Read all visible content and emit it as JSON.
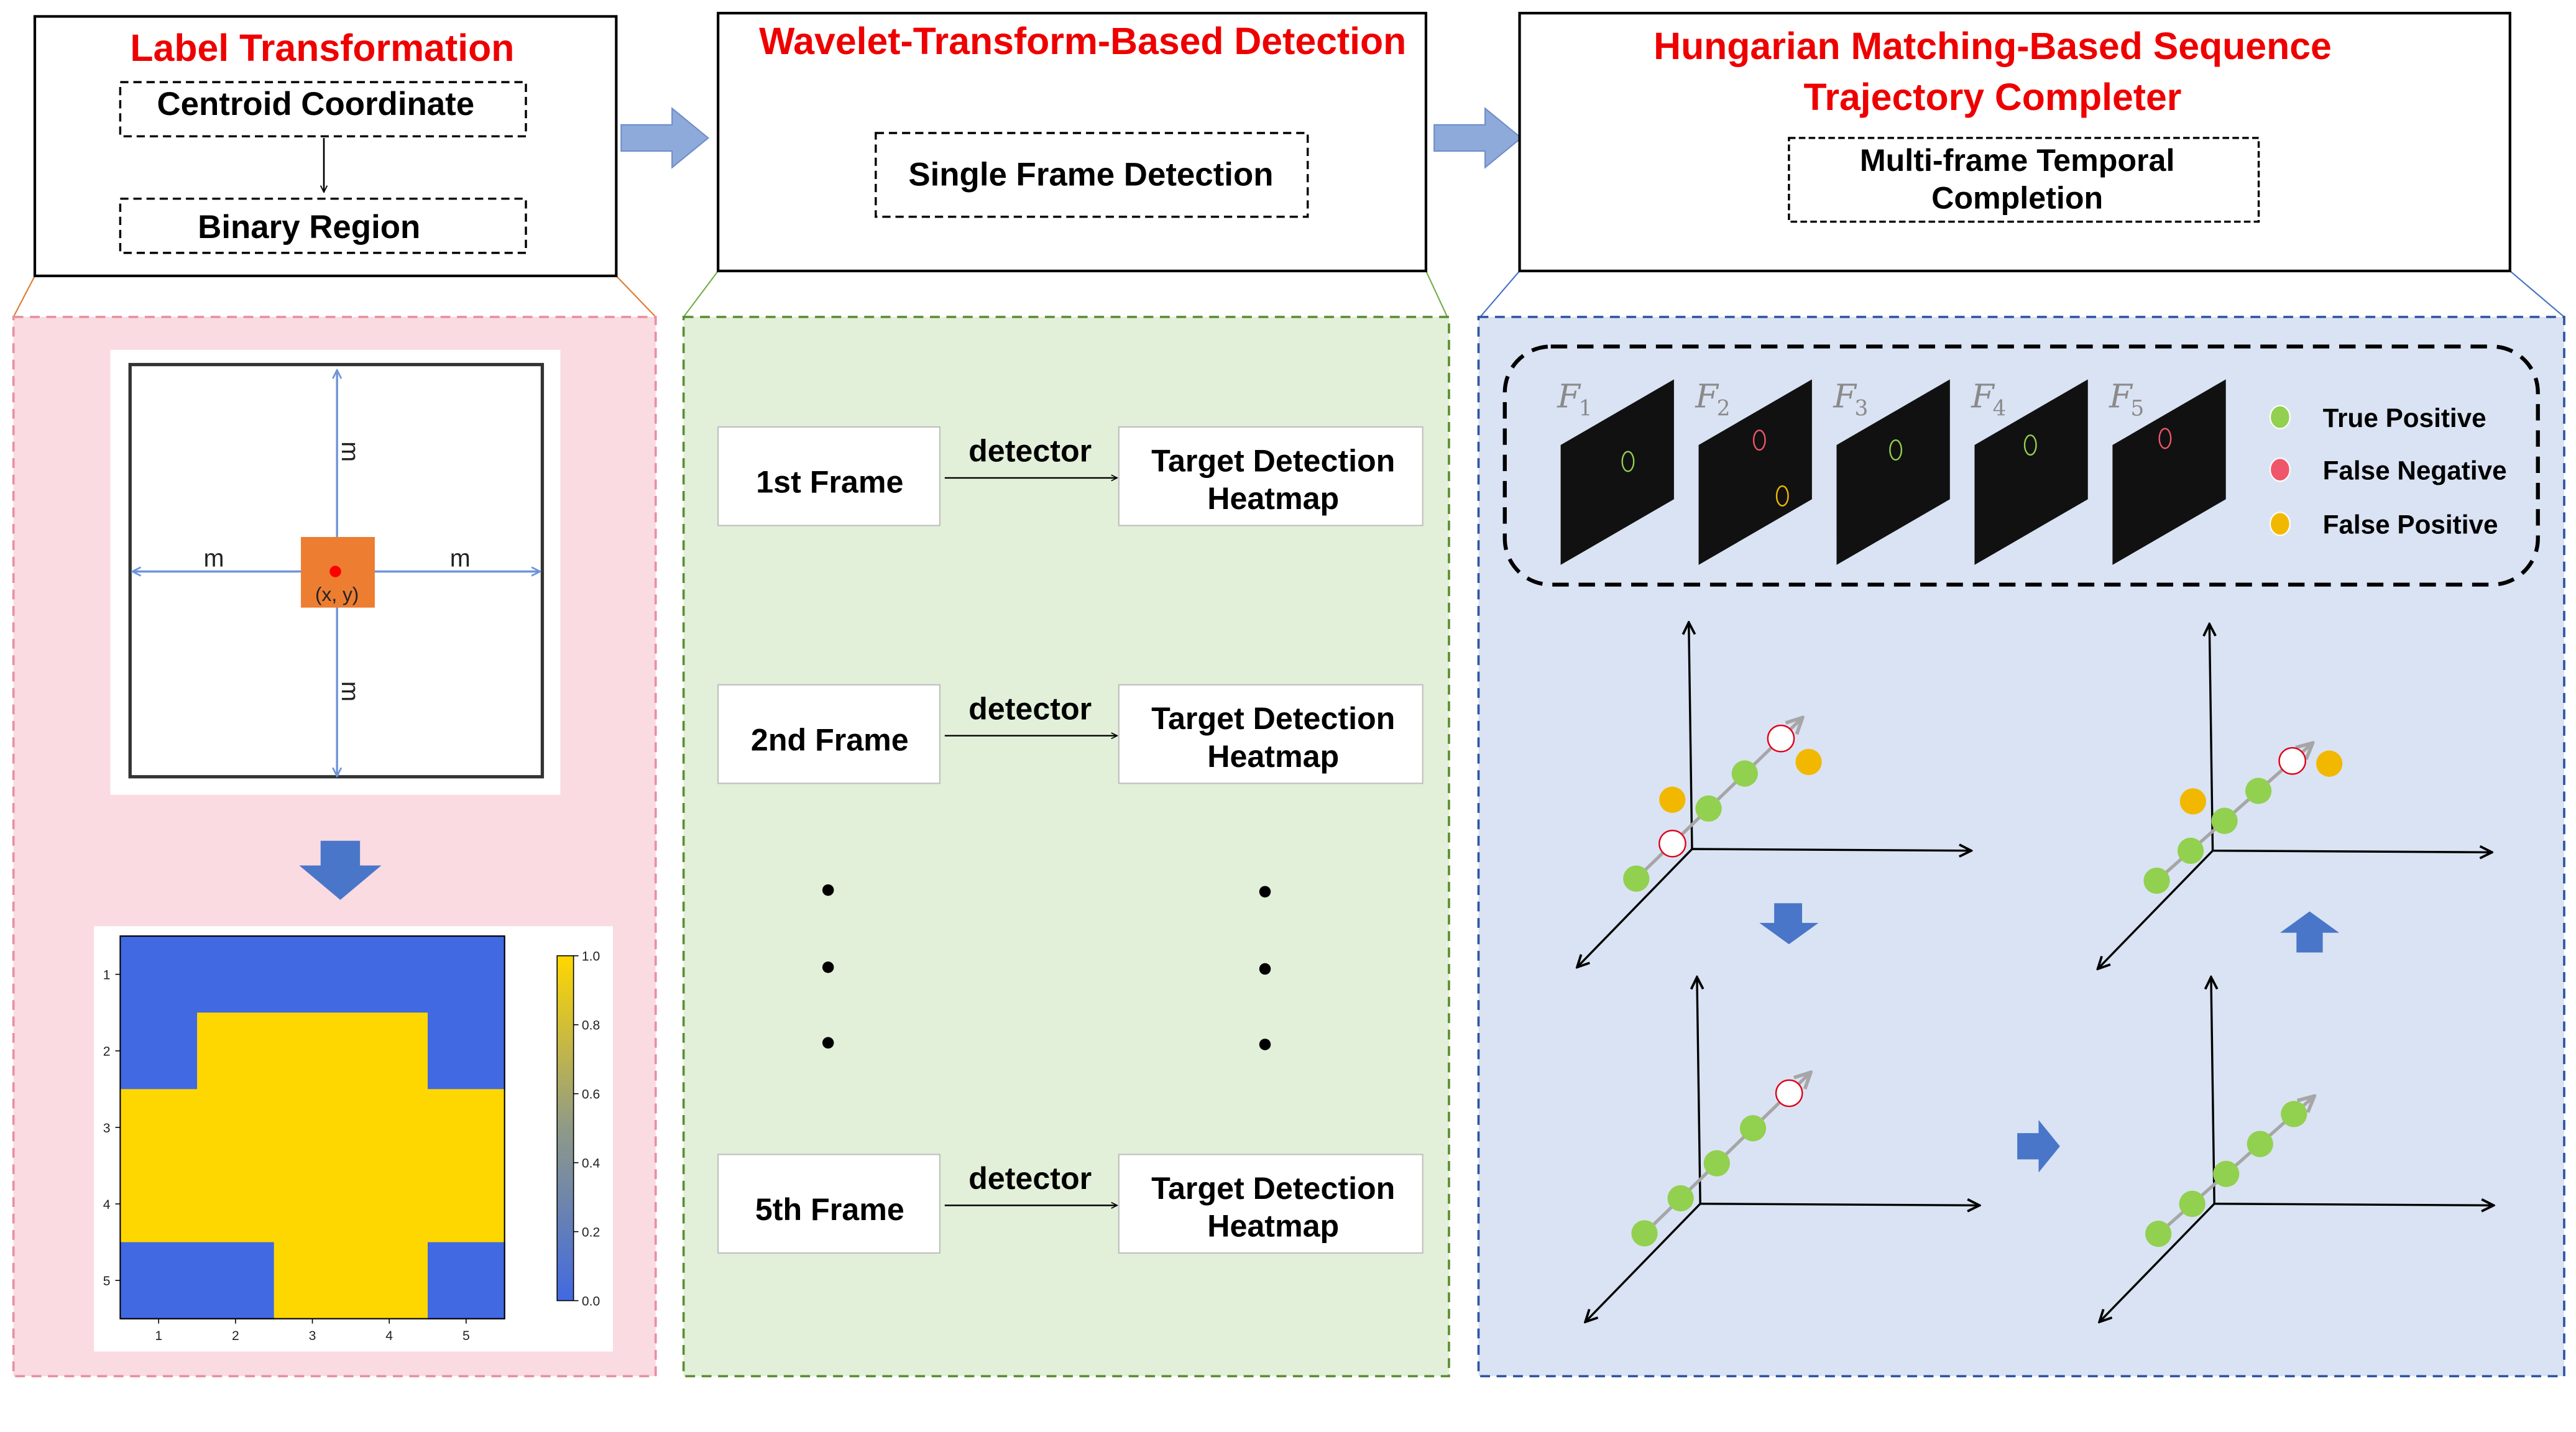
{
  "stages": [
    {
      "title_lines": [
        "Label Transformation"
      ],
      "steps": [
        "Centroid Coordinate",
        "Binary Region"
      ],
      "panel_color": "#f9dbe1",
      "panel_border": "#e8909e",
      "connector_color": "#e07a30"
    },
    {
      "title_lines": [
        "Wavelet-Transform-Based Detection"
      ],
      "steps": [
        "Single Frame Detection"
      ],
      "panel_color": "#e2efd9",
      "panel_border": "#5b8f32",
      "connector_color": "#70ad47"
    },
    {
      "title_lines": [
        "Hungarian Matching-Based Sequence",
        "Trajectory Completer"
      ],
      "steps": [
        "Multi-frame Temporal Completion"
      ],
      "step_lines": [
        "Multi-frame Temporal",
        "Completion"
      ],
      "panel_color": "#dae3f3",
      "panel_border": "#2f55a4",
      "connector_color": "#4472c4"
    }
  ],
  "colors": {
    "title_red": "#ee0000",
    "flow_arrow": "#8eaadb",
    "block_arrow": "#4a76c9",
    "true_positive": "#92d050",
    "false_negative": "#f0566a",
    "false_positive": "#f2b800",
    "heat_low": "#4169e1",
    "heat_high": "#ffd700",
    "orange_square": "#ed7d31",
    "centroid_dot": "#ff0000"
  },
  "centroid_diagram": {
    "centroid_label": "(x, y)",
    "margin_label": "m",
    "margin_labels_count": 4
  },
  "chart_data": {
    "type": "heatmap",
    "title": "",
    "xlabel": "",
    "ylabel": "",
    "x_ticks": [
      "1",
      "2",
      "3",
      "4",
      "5"
    ],
    "y_ticks": [
      "1",
      "2",
      "3",
      "4",
      "5"
    ],
    "values": [
      [
        0,
        0,
        0,
        0,
        0
      ],
      [
        0,
        1,
        1,
        1,
        0
      ],
      [
        1,
        1,
        1,
        1,
        1
      ],
      [
        1,
        1,
        1,
        1,
        1
      ],
      [
        0,
        0,
        1,
        1,
        0
      ]
    ],
    "colorbar": {
      "range": [
        0.0,
        1.0
      ],
      "ticks": [
        "0.0",
        "0.2",
        "0.4",
        "0.6",
        "0.8",
        "1.0"
      ],
      "low_color": "#4169e1",
      "high_color": "#ffd700"
    }
  },
  "detection": {
    "rows": [
      {
        "frame": "1st Frame",
        "op": "detector",
        "output_lines": [
          "Target Detection",
          "Heatmap"
        ]
      },
      {
        "frame": "2nd Frame",
        "op": "detector",
        "output_lines": [
          "Target Detection",
          "Heatmap"
        ]
      },
      {
        "frame": "5th Frame",
        "op": "detector",
        "output_lines": [
          "Target Detection",
          "Heatmap"
        ]
      }
    ],
    "ellipsis": "• • •"
  },
  "frames": [
    {
      "name": "F",
      "sub": "1",
      "marks": [
        "tp"
      ]
    },
    {
      "name": "F",
      "sub": "2",
      "marks": [
        "fn",
        "fp"
      ]
    },
    {
      "name": "F",
      "sub": "3",
      "marks": [
        "tp"
      ]
    },
    {
      "name": "F",
      "sub": "4",
      "marks": [
        "tp"
      ]
    },
    {
      "name": "F",
      "sub": "5",
      "marks": [
        "fn"
      ]
    }
  ],
  "legend": [
    {
      "key": "tp",
      "label": "True Positive"
    },
    {
      "key": "fn",
      "label": "False Negative"
    },
    {
      "key": "fp",
      "label": "False Positive"
    }
  ],
  "trajectory_plots": [
    {
      "id": "raw",
      "points": [
        "tp",
        "fn",
        "tp",
        "tp",
        "fn"
      ],
      "off_track": [
        "fp",
        "fp"
      ]
    },
    {
      "id": "matched",
      "points": [
        "tp",
        "tp",
        "tp",
        "tp",
        "fn"
      ],
      "off_track": [
        "fp",
        "fp"
      ]
    },
    {
      "id": "filtered",
      "points": [
        "tp",
        "tp",
        "tp",
        "tp",
        "fn"
      ],
      "off_track": []
    },
    {
      "id": "completed",
      "points": [
        "tp",
        "tp",
        "tp",
        "tp",
        "tp"
      ],
      "off_track": []
    }
  ]
}
